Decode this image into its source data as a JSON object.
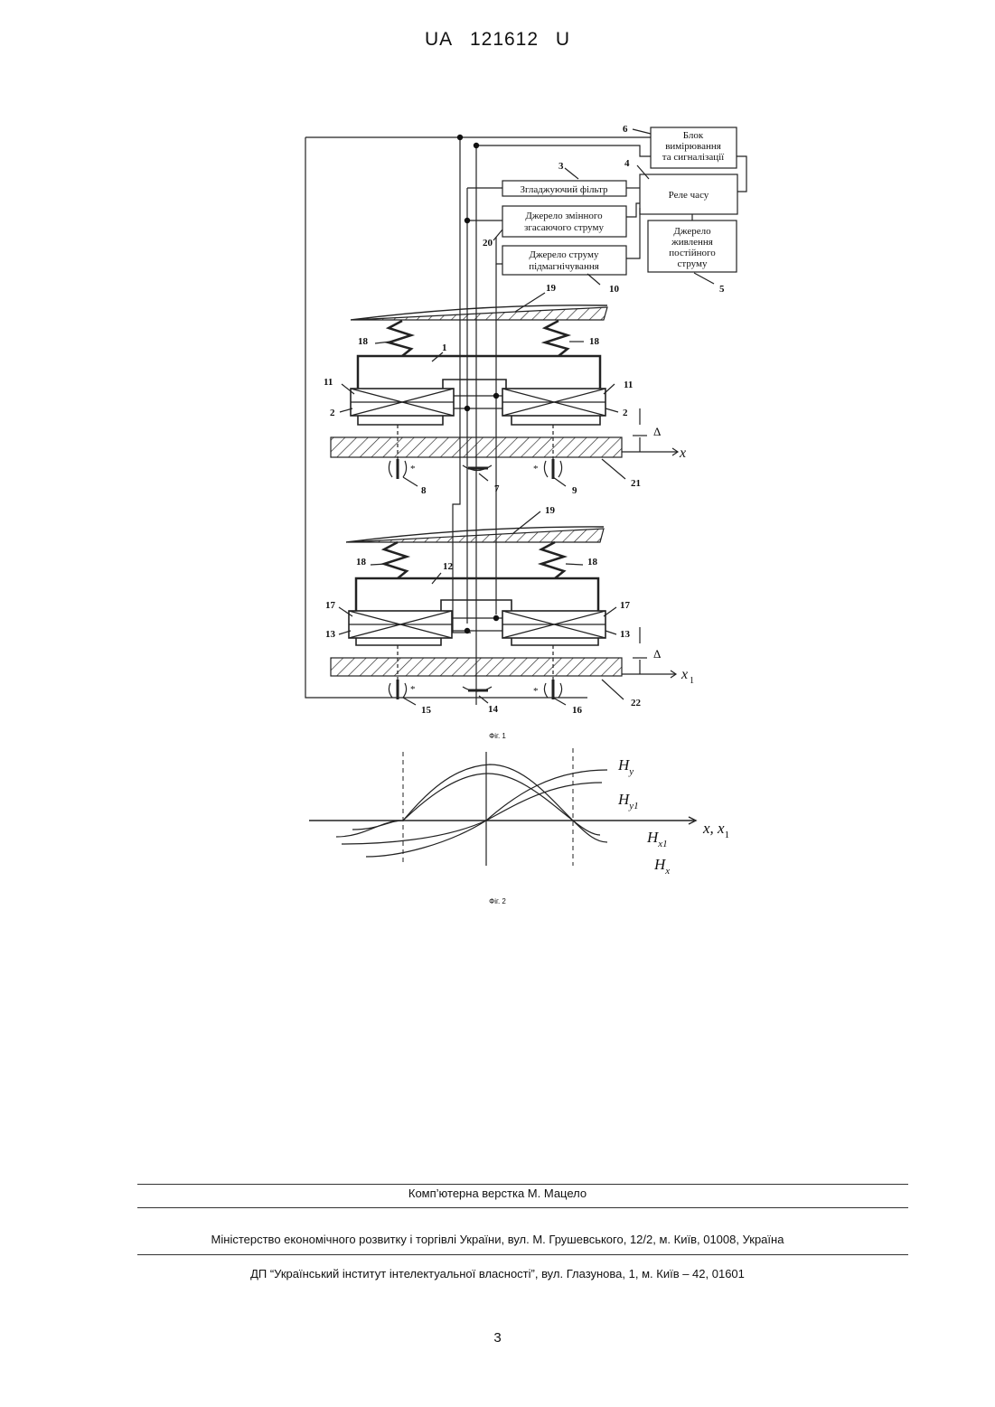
{
  "header": {
    "office": "UA",
    "number": "121612",
    "kind": "U"
  },
  "figure1": {
    "blocks": {
      "measure": [
        "Блок",
        "вимірювання",
        "та сигналізації"
      ],
      "relay": "Реле часу",
      "filter": "Згладжуючий фільтр",
      "ac_source": [
        "Джерело змінного",
        "згасаючого струму"
      ],
      "dc_source": [
        "Джерело",
        "живлення",
        "постійного",
        "струму"
      ],
      "bias_source": [
        "Джерело струму",
        "підмагнічування"
      ]
    },
    "labels": {
      "n1": "1",
      "n2": "2",
      "n3": "3",
      "n4": "4",
      "n5": "5",
      "n6": "6",
      "n7": "7",
      "n8": "8",
      "n9": "9",
      "n10": "10",
      "n11": "11",
      "n12": "12",
      "n13": "13",
      "n14": "14",
      "n15": "15",
      "n16": "16",
      "n17": "17",
      "n18": "18",
      "n19": "19",
      "n20": "20",
      "n21": "21",
      "n22": "22",
      "delta": "Δ",
      "x": "x",
      "x1_base": "x",
      "x1_sub": "1",
      "star": "*"
    },
    "caption": "Фіг. 1"
  },
  "figure2": {
    "curves": [
      "Hy",
      "Hy1",
      "Hx1",
      "Hx"
    ],
    "axis": "x, x1",
    "caption": "Фіг. 2"
  },
  "footer": {
    "layout_credit": "Комп’ютерна верстка М. Мацело",
    "ministry": "Міністерство економічного розвитку і торгівлі України, вул. М. Грушевського, 12/2, м. Київ, 01008, Україна",
    "institute": "ДП “Український інститут інтелектуальної власності”, вул. Глазунова, 1, м. Київ – 42, 01601"
  },
  "page_number": "3"
}
